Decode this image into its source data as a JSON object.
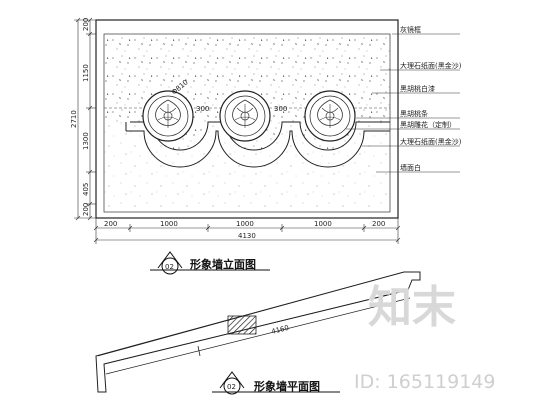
{
  "elevation": {
    "callouts": [
      "灰镜框",
      "大理石纸面(黑金沙)",
      "黑胡桃白漆",
      "黑胡桃条",
      "黑胡雕花（定制）",
      "大理石纸面(黑金沙)",
      "墙面白"
    ],
    "dims_left": [
      "200",
      "1150",
      "2710",
      "1300",
      "405",
      "200"
    ],
    "dims_bottom": [
      "200",
      "1000",
      "1000",
      "1000",
      "200"
    ],
    "dim_total": "4130",
    "rosette_note": "Φ810",
    "title": "形象墙立面图",
    "symbol": "02"
  },
  "plan": {
    "dim_total": "4160",
    "title": "形象墙平面图",
    "symbol": "02"
  },
  "watermark": {
    "logo_text": "知末",
    "id_text": "ID: 165119149"
  }
}
